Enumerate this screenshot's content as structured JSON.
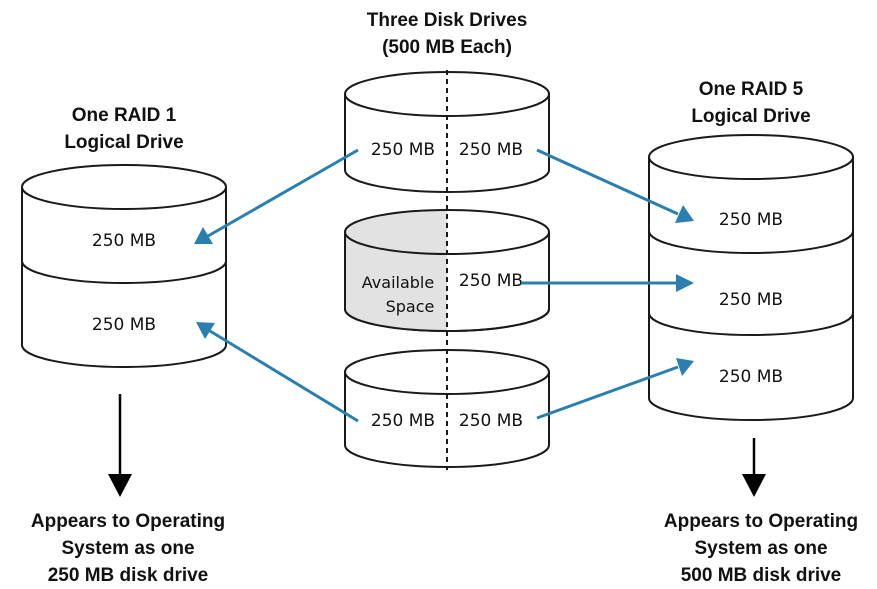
{
  "raid1": {
    "title_line1": "One RAID 1",
    "title_line2": "Logical Drive",
    "segment_top": "250 MB",
    "segment_bottom": "250 MB",
    "caption_line1": "Appears to Operating",
    "caption_line2": "System as one",
    "caption_line3": "250 MB disk drive"
  },
  "disks": {
    "title_line1": "Three Disk Drives",
    "title_line2": "(500 MB Each)",
    "disk1_left": "250 MB",
    "disk1_right": "250 MB",
    "disk2_left_line1": "Available",
    "disk2_left_line2": "Space",
    "disk2_right": "250 MB",
    "disk3_left": "250 MB",
    "disk3_right": "250 MB"
  },
  "raid5": {
    "title_line1": "One RAID 5",
    "title_line2": "Logical Drive",
    "segment_1": "250 MB",
    "segment_2": "250 MB",
    "segment_3": "250 MB",
    "caption_line1": "Appears to Operating",
    "caption_line2": "System as one",
    "caption_line3": "500 MB disk drive"
  },
  "colors": {
    "arrow": "#2a7fae",
    "available_space": "#e2e2e2"
  }
}
